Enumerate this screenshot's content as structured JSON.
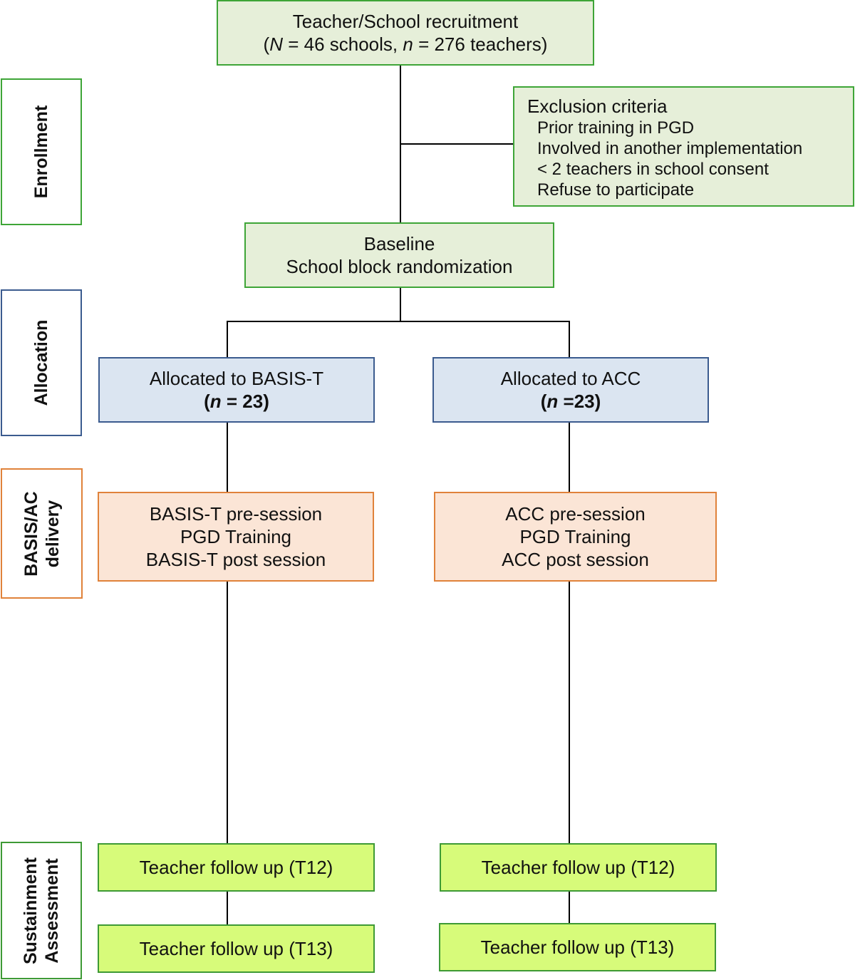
{
  "recruitment": {
    "line1": "Teacher/School recruitment",
    "n_var": "N",
    "n_text": " = 46 schools, ",
    "n2_var": "n",
    "n2_text": " = 276 teachers)",
    "open_paren": "("
  },
  "exclusion": {
    "title": "Exclusion criteria",
    "items": [
      "Prior training in PGD",
      "Involved in another implementation",
      "< 2 teachers in school consent",
      "Refuse to participate"
    ]
  },
  "baseline": {
    "line1": "Baseline",
    "line2": "School block randomization"
  },
  "allocation": {
    "left": {
      "line1": "Allocated to BASIS-T",
      "open": "(",
      "var": "n",
      "rest": " = 23)"
    },
    "right": {
      "line1": "Allocated to ACC",
      "open": "(",
      "var": "n",
      "rest": " =23)"
    }
  },
  "delivery": {
    "left": [
      "BASIS-T pre-session",
      "PGD Training",
      "BASIS-T post session"
    ],
    "right": [
      "ACC pre-session",
      "PGD Training",
      "ACC post session"
    ]
  },
  "followup": {
    "t12": "Teacher follow up (T12)",
    "t13": "Teacher follow up (T13)"
  },
  "side_labels": {
    "enrollment": "Enrollment",
    "allocation": "Allocation",
    "delivery_1": "BASIS/AC",
    "delivery_2": "delivery",
    "sustain_1": "Sustainment",
    "sustain_2": "Assessment"
  },
  "colors": {
    "green_border": "#3ea537",
    "green_fill": "#e6efd9",
    "blue_border": "#3b5b8f",
    "blue_fill": "#dbe5f1",
    "orange_border": "#e0823a",
    "orange_fill": "#fbe5d6",
    "lime_fill": "#d7fb7a"
  }
}
